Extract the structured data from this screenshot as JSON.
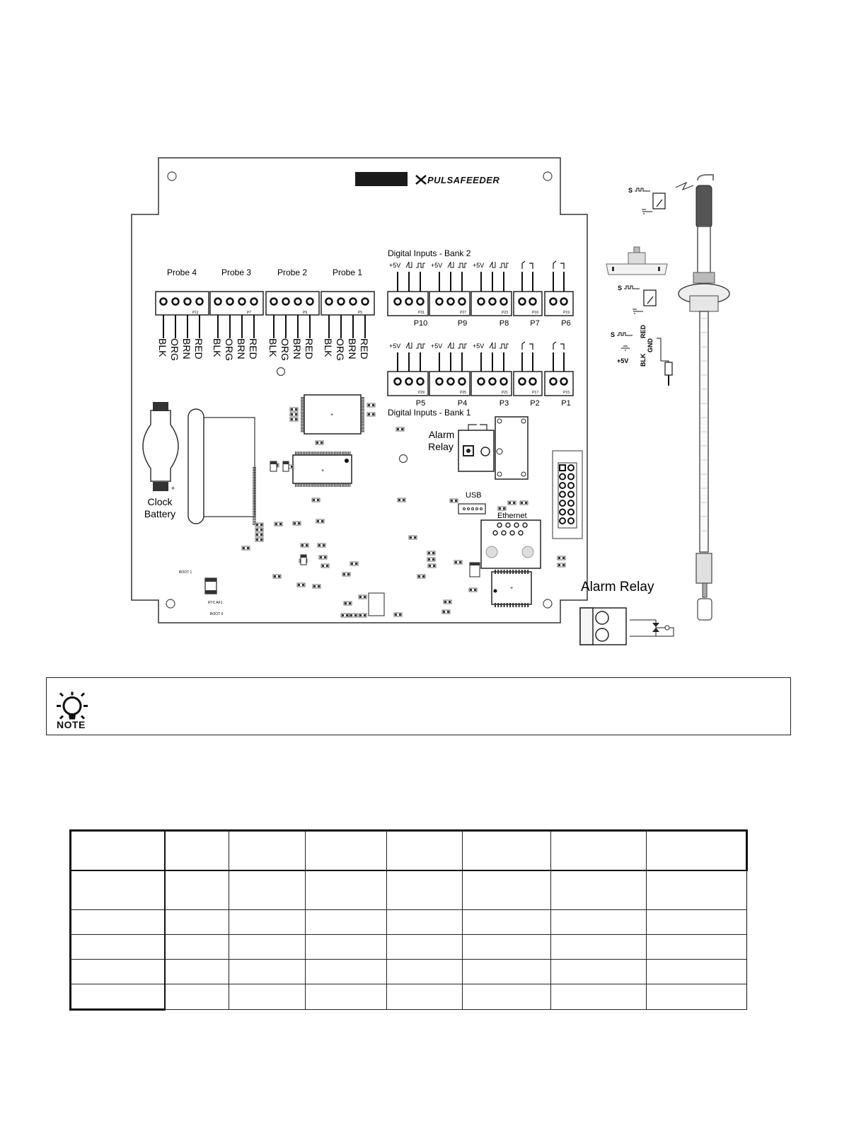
{
  "brand": {
    "name": "PULSAFEEDER"
  },
  "probes": [
    {
      "label": "Probe 4",
      "ref": "P11"
    },
    {
      "label": "Probe 3",
      "ref": "P7"
    },
    {
      "label": "Probe 2",
      "ref": "P9"
    },
    {
      "label": "Probe 1",
      "ref": "P5"
    }
  ],
  "wire_colors": [
    "BLK",
    "ORG",
    "BRN",
    "RED"
  ],
  "bank2": {
    "title": "Digital Inputs - Bank 2",
    "connectors": [
      {
        "label": "P10",
        "ref": "P31",
        "supply": "+5V",
        "pins": 3
      },
      {
        "label": "P9",
        "ref": "P27",
        "supply": "+5V",
        "pins": 3
      },
      {
        "label": "P8",
        "ref": "P23",
        "supply": "+5V",
        "pins": 3
      },
      {
        "label": "P7",
        "ref": "P16",
        "supply": "",
        "pins": 2
      },
      {
        "label": "P6",
        "ref": "P19",
        "supply": "",
        "pins": 2
      }
    ]
  },
  "bank1": {
    "title": "Digital Inputs - Bank 1",
    "connectors": [
      {
        "label": "P5",
        "ref": "P29",
        "supply": "+5V",
        "pins": 3
      },
      {
        "label": "P4",
        "ref": "P25",
        "supply": "+5V",
        "pins": 3
      },
      {
        "label": "P3",
        "ref": "P21",
        "supply": "+5V",
        "pins": 3
      },
      {
        "label": "P2",
        "ref": "P17",
        "supply": "",
        "pins": 2
      },
      {
        "label": "P1",
        "ref": "P15",
        "supply": "",
        "pins": 2
      }
    ]
  },
  "board_labels": {
    "alarm_relay_line1": "Alarm",
    "alarm_relay_line2": "Relay",
    "clock_battery_line1": "Clock",
    "clock_battery_line2": "Battery",
    "usb": "USB",
    "ethernet": "Ethernet",
    "boot1": "BOOT 1",
    "boot0": "BOOT 0",
    "rtc": "RTC AF1",
    "battery_plus": "+"
  },
  "side": {
    "signal": "S",
    "supply": "+5V",
    "red": "RED",
    "gnd": "GND",
    "blk": "BLK",
    "alarm_relay_title": "Alarm Relay"
  },
  "note": {
    "label": "NOTE",
    "text": ""
  },
  "table": {
    "columns": 8,
    "rows": 6,
    "cells": []
  }
}
